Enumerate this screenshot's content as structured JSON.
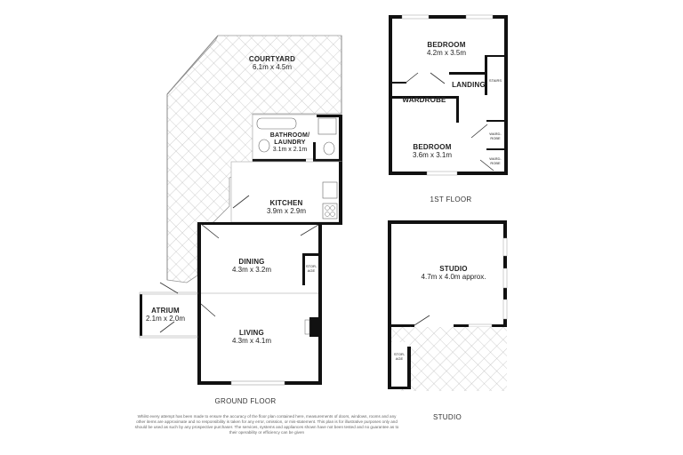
{
  "floors": {
    "ground": {
      "title": "GROUND FLOOR",
      "rooms": [
        {
          "name": "COURTYARD",
          "size": "6.1m x 4.5m"
        },
        {
          "name": "BATHROOM/",
          "name2": "LAUNDRY",
          "size": "3.1m x 2.1m"
        },
        {
          "name": "KITCHEN",
          "size": "3.9m x 2.9m"
        },
        {
          "name": "DINING",
          "size": "4.3m x 3.2m"
        },
        {
          "name": "STOR-",
          "name2": "AGE"
        },
        {
          "name": "ATRIUM",
          "size": "2.1m x 2.0m"
        },
        {
          "name": "LIVING",
          "size": "4.3m x 4.1m"
        }
      ]
    },
    "first": {
      "title": "1ST FLOOR",
      "rooms": [
        {
          "name": "BEDROOM",
          "size": "4.2m x 3.5m"
        },
        {
          "name": "LANDING"
        },
        {
          "name": "STAIRS"
        },
        {
          "name": "WARDROBE"
        },
        {
          "name": "BEDROOM",
          "size": "3.6m x 3.1m"
        },
        {
          "name": "WARD-",
          "name2": "ROBE"
        },
        {
          "name": "WARD-",
          "name2": "ROBE"
        }
      ]
    },
    "studio": {
      "title": "STUDIO",
      "rooms": [
        {
          "name": "STUDIO",
          "size": "4.7m x 4.0m approx."
        },
        {
          "name": "STOR-",
          "name2": "AGE"
        }
      ]
    }
  },
  "disclaimer": "Whilst every attempt has been made to ensure the accuracy of the floor plan contained here, measurements of doors, windows, rooms and any other items are approximate and no responsibility is taken for any error, omission, or mis-statement. This plan is for illustrative purposes only and should be used as such by any prospective purchaser. The services, systems and appliances shown have not been tested and no guarantee as to their operability or efficiency can be given",
  "colors": {
    "wall": "#111111",
    "hatch": "#bbbbbb",
    "background": "#ffffff"
  }
}
